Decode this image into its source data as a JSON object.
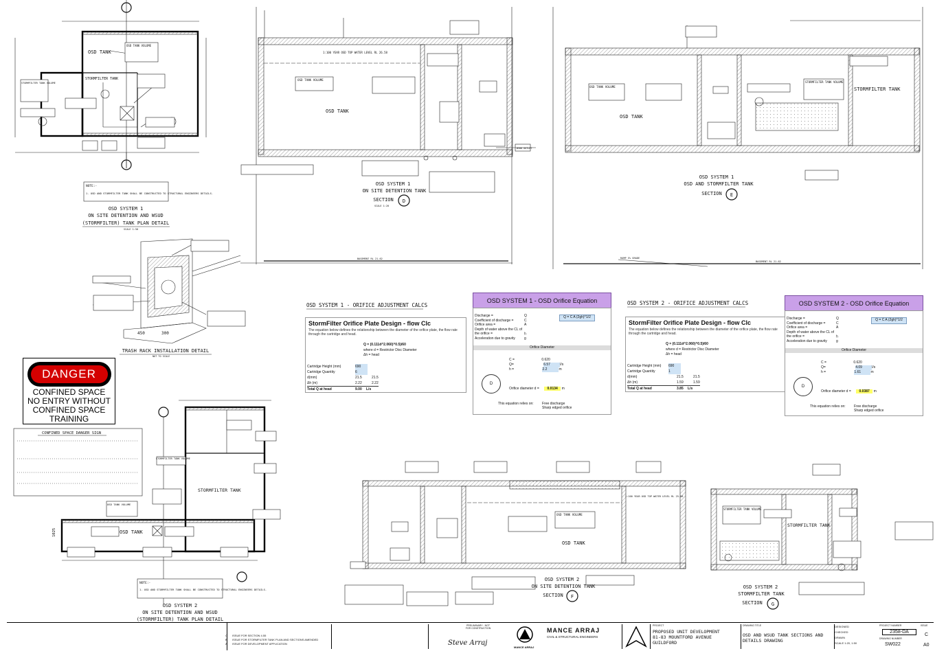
{
  "drawing": {
    "plan1_title": [
      "OSD SYSTEM 1",
      "ON SITE DETENTION AND WSUD",
      "(STORMFILTER) TANK PLAN DETAIL"
    ],
    "plan1_scale": "SCALE 1:50",
    "plan1_labels": {
      "osd_tank": "OSD TANK",
      "osd_volume": "OSD TANK VOLUME",
      "stormfilter_tank": "STORMFILTER TANK",
      "stormfilter_volume": "STORMFILTER TANK VOLUME",
      "note": "NOTE:-",
      "note_text": "1. OSD AND STORMFILTER TANK SHALL BE CONSTRUCTED TO STRUCTURAL ENGINEERS DETAILS."
    },
    "sectionD": {
      "title": [
        "OSD SYSTEM 1",
        "ON SITE DETENTION TANK",
        "SECTION"
      ],
      "marker": "D",
      "scale": "SCALE 1:20",
      "osd_tank": "OSD TANK",
      "osd_volume": "OSD TANK VOLUME",
      "water_level": "1:100 YEAR OSD TOP WATER LEVEL RL 26.58",
      "basement": "BASEMENT RL 21.62",
      "outlet": "Ø300 OUTLET"
    },
    "sectionE": {
      "title": [
        "OSD SYSTEM 1",
        "OSD AND STORMFILTER TANK",
        "SECTION"
      ],
      "marker": "E",
      "osd_tank": "OSD TANK",
      "osd_volume": "OSD TANK VOLUME",
      "stormfilter_tank": "STORMFILTER TANK",
      "stormfilter_volume": "STORMFILTER TANK VOLUME",
      "ramp": "RAMP 5% GRADE",
      "basement": "BASEMENT RL 21.62"
    },
    "trash_rack": {
      "title": "TRASH RACK INSTALLATION DETAIL",
      "scale": "NOT TO SCALE",
      "dim1": "450",
      "dim2": "300"
    },
    "calcs1": {
      "title": "OSD SYSTEM 1 - ORIFICE ADJUSTMENT CALCS",
      "heading": "StormFilter Orifice Plate Design - flow Clc",
      "description": "The equation below defines the relationship between the diameter of the orifice plate, the flow rate through the cartridge and head.",
      "formula": "Q = (0.111d^2.060)^0.5)/60",
      "where": "where d = Restrictor Disc Diameter",
      "head": "Δh = head",
      "rows": [
        [
          "Cartridge Height (mm)",
          "690"
        ],
        [
          "Cartridge Quantity",
          "6"
        ],
        [
          "d(mm)",
          "21.5",
          "21.5"
        ],
        [
          "Δh (m)",
          "2.22",
          "2.22"
        ],
        [
          "Total Q at head",
          "9.00",
          "L/s"
        ]
      ]
    },
    "orifice1": {
      "title": "OSD SYSTEM 1 - OSD Orifice Equation",
      "rows": [
        [
          "Discharge =",
          "Q"
        ],
        [
          "Coefficient of discharge =",
          "C"
        ],
        [
          "Orifice area =",
          "A"
        ],
        [
          "Depth of water above the CL of the orifice =",
          "h"
        ],
        [
          "Acceleration due to gravity",
          "g"
        ]
      ],
      "formula": "Q = C A (2gh)^1/2",
      "section": "Orifice Diameter",
      "c": "0.620",
      "q": "6.57",
      "h": "2.2",
      "unit_q": "l/s",
      "unit_h": "m",
      "diameter_label": "Orifice diameter d =",
      "diameter": "0.0134",
      "unit_d": "m",
      "relies": "This equation relies on:",
      "free": "Free discharge",
      "sharp": "Sharp edged orifice"
    },
    "calcs2": {
      "title": "OSD SYSTEM 2 - ORIFICE ADJUSTMENT CALCS",
      "heading": "StormFilter Orifice Plate Design - flow Clc",
      "description": "The equation below defines the relationship between the diameter of the orifice plate, the flow rate through the cartridge and head.",
      "formula": "Q = (0.111d^2.060)^0.5)/60",
      "where": "where d = Restrictor Disc Diameter",
      "head": "Δh = head",
      "rows": [
        [
          "Cartridge Height (mm)",
          "690"
        ],
        [
          "Cartridge Quantity",
          "1"
        ],
        [
          "d(mm)",
          "21.5",
          "21.5"
        ],
        [
          "Δh (m)",
          "1.59",
          "1.59"
        ],
        [
          "Total Q at head",
          "3.85",
          "L/s"
        ]
      ]
    },
    "orifice2": {
      "title": "OSD SYSTEM 2 - OSD Orifice Equation",
      "rows": [
        [
          "Discharge =",
          "Q"
        ],
        [
          "Coefficient of discharge =",
          "C"
        ],
        [
          "Orifice area =",
          "A"
        ],
        [
          "Depth of water above the CL of the orifice =",
          "h"
        ],
        [
          "Acceleration due to gravity",
          "g"
        ]
      ],
      "formula": "Q = C A (2gh)^1/2",
      "section": "Orifice Diameter",
      "c": "0.620",
      "q": "4.09",
      "h": "1.61",
      "unit_q": "l/s",
      "unit_h": "m",
      "diameter_label": "Orifice diameter d =",
      "diameter": "0.0387",
      "unit_d": "m",
      "relies": "This equation relies on:",
      "free": "Free discharge",
      "sharp": "Sharp edged orifice"
    },
    "danger": {
      "sign": "DANGER",
      "lines": [
        "CONFINED SPACE",
        "NO ENTRY WITHOUT",
        "CONFINED SPACE",
        "TRAINING"
      ],
      "caption": "CONFINED SPACE DANGER SIGN"
    },
    "plan2_title": [
      "OSD SYSTEM 2",
      "ON SITE DETENTION AND WSUD",
      "(STORMFILTER) TANK PLAN DETAIL"
    ],
    "plan2_labels": {
      "osd_tank": "OSD TANK",
      "osd_volume": "OSD TANK VOLUME",
      "stormfilter_tank": "STORMFILTER TANK",
      "stormfilter_volume": "STORMFILTER TANK VOLUME",
      "note": "NOTE:-",
      "note_text": "1. OSD AND STORMFILTER TANK SHALL BE CONSTRUCTED TO STRUCTURAL ENGINEERS DETAILS.",
      "dim": "1025"
    },
    "sectionF": {
      "title": [
        "OSD SYSTEM 2",
        "ON SITE DETENTION TANK",
        "SECTION"
      ],
      "marker": "F",
      "osd_tank": "OSD TANK",
      "osd_volume": "OSD TANK VOLUME",
      "water_level": "1:100 YEAR OSD TOP WATER LEVEL RL 25.58"
    },
    "sectionG": {
      "title": [
        "OSD SYSTEM 2",
        "STORMFILTER TANK",
        "SECTION"
      ],
      "marker": "G",
      "stormfilter_tank": "STORMFILTER TANK",
      "stormfilter_volume": "STORMFILTER TANK VOLUME"
    }
  },
  "title_block": {
    "company": "MANCE ARRAJ",
    "company_sub": "CIVIL & STRUCTURAL ENGINEERS",
    "logo_text": "MANCE ARRAJ",
    "project_label": "PROJECT",
    "project": [
      "PROPOSED UNIT DEVELOPMENT",
      "81-83 MOUNTFORD AVENUE",
      "GUILDFORD"
    ],
    "drawing_title_label": "DRAWING TITLE",
    "drawing_title": [
      "OSD AND WSUD TANK SECTIONS AND",
      "DETAILS DRAWING"
    ],
    "project_number_label": "PROJECT NUMBER",
    "project_number": "2358-DA",
    "drawing_number_label": "DRAWING NUMBER",
    "drawing_number": "SW022",
    "issue_label": "ISSUE",
    "issue": "C",
    "size": "A0",
    "designed_label": "DESIGNED",
    "checked_label": "CHECKED",
    "drawn_label": "DRAWN",
    "scale_label": "SCALE",
    "scale": "1:20, 1:50",
    "revisions": [
      [
        "C",
        "ISSUE FOR SECTION 4.55"
      ],
      [
        "B",
        "ISSUE FOR STORMFILTER TANK PLAN AND SECTIONS AMENDED"
      ],
      [
        "A",
        "ISSUE FOR DEVELOPMENT APPLICATION"
      ]
    ],
    "status": "PRELIMINARY - NOT FOR CONSTRUCTION",
    "signature": "Steve Arraj"
  },
  "colors": {
    "orifice_header": "#c9a0e8",
    "input_cell": "#cfe3f5",
    "result_cell": "#ffff66",
    "danger_red": "#d40000"
  }
}
